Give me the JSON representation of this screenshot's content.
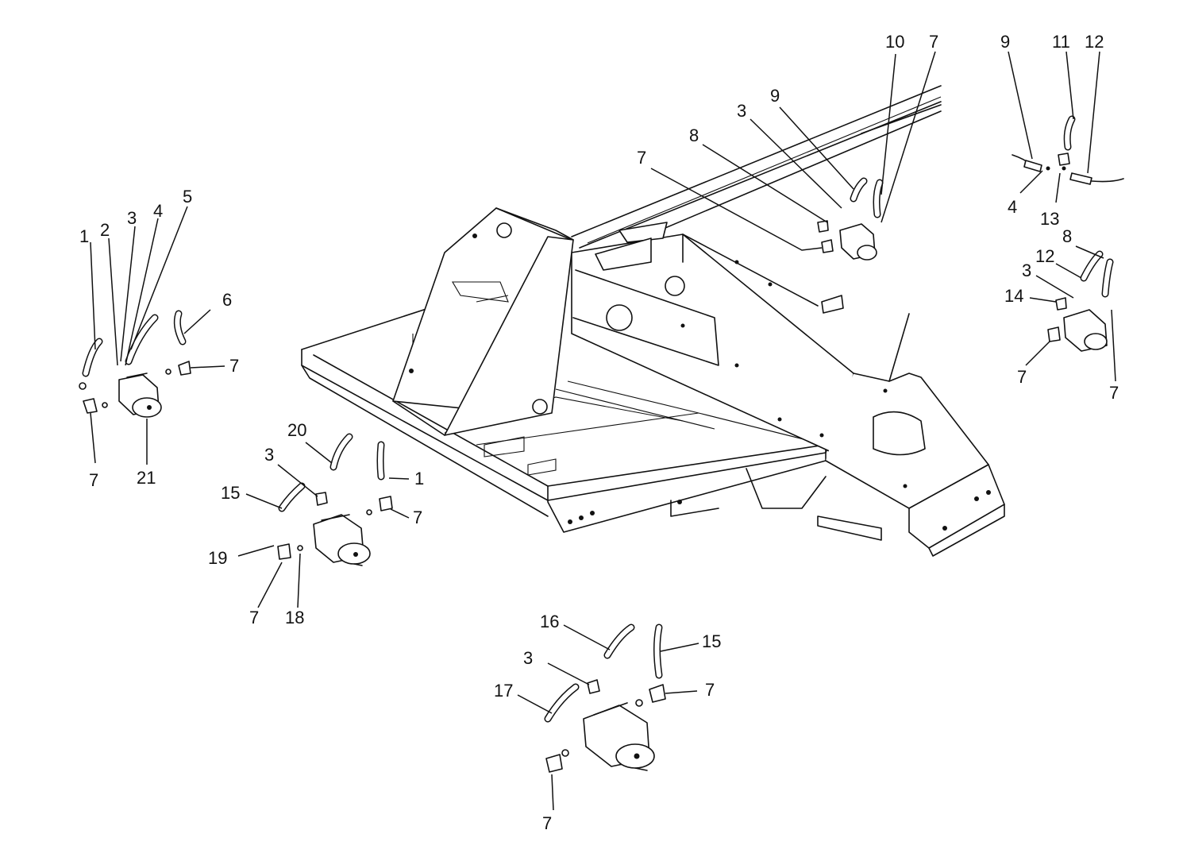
{
  "callouts": [
    {
      "id": "c1",
      "text": "1"
    },
    {
      "id": "c2",
      "text": "2"
    },
    {
      "id": "c3",
      "text": "3"
    },
    {
      "id": "c4",
      "text": "4"
    },
    {
      "id": "c5",
      "text": "5"
    },
    {
      "id": "c6",
      "text": "6"
    },
    {
      "id": "c7",
      "text": "7"
    },
    {
      "id": "c8",
      "text": "7"
    },
    {
      "id": "c9",
      "text": "21"
    },
    {
      "id": "c10",
      "text": "20"
    },
    {
      "id": "c11",
      "text": "3"
    },
    {
      "id": "c12",
      "text": "15"
    },
    {
      "id": "c13",
      "text": "1"
    },
    {
      "id": "c14",
      "text": "7"
    },
    {
      "id": "c15",
      "text": "19"
    },
    {
      "id": "c16",
      "text": "7"
    },
    {
      "id": "c17",
      "text": "18"
    },
    {
      "id": "c18",
      "text": "16"
    },
    {
      "id": "c19",
      "text": "15"
    },
    {
      "id": "c20",
      "text": "3"
    },
    {
      "id": "c21",
      "text": "17"
    },
    {
      "id": "c22",
      "text": "7"
    },
    {
      "id": "c23",
      "text": "7"
    },
    {
      "id": "c24",
      "text": "10"
    },
    {
      "id": "c25",
      "text": "7"
    },
    {
      "id": "c26",
      "text": "9"
    },
    {
      "id": "c27",
      "text": "3"
    },
    {
      "id": "c28",
      "text": "8"
    },
    {
      "id": "c29",
      "text": "7"
    },
    {
      "id": "c30",
      "text": "9"
    },
    {
      "id": "c31",
      "text": "11"
    },
    {
      "id": "c32",
      "text": "12"
    },
    {
      "id": "c33",
      "text": "4"
    },
    {
      "id": "c34",
      "text": "13"
    },
    {
      "id": "c35",
      "text": "8"
    },
    {
      "id": "c36",
      "text": "12"
    },
    {
      "id": "c37",
      "text": "3"
    },
    {
      "id": "c38",
      "text": "14"
    },
    {
      "id": "c39",
      "text": "7"
    },
    {
      "id": "c40",
      "text": "7"
    }
  ]
}
